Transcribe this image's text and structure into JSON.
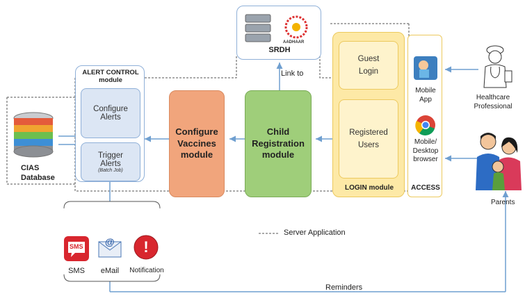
{
  "srdh": {
    "label": "SRDH",
    "aadhaar_logo_text": "AADHAAR"
  },
  "link_label": "Link to",
  "alert": {
    "title_line1": "ALERT CONTROL",
    "title_line2": "module",
    "configure_line1": "Configure",
    "configure_line2": "Alerts",
    "trigger_line1": "Trigger",
    "trigger_line2": "Alerts",
    "trigger_note": "(Batch Job)"
  },
  "db": {
    "line1": "CIAS",
    "line2": "Database"
  },
  "vaccines": {
    "line1": "Configure",
    "line2": "Vaccines",
    "line3": "module"
  },
  "child": {
    "line1": "Child",
    "line2": "Registration",
    "line3": "module"
  },
  "login": {
    "guest_line1": "Guest",
    "guest_line2": "Login",
    "registered_line1": "Registered",
    "registered_line2": "Users",
    "title": "LOGIN module"
  },
  "access": {
    "mobile_line1": "Mobile",
    "mobile_line2": "App",
    "desktop_line1": "Mobile/",
    "desktop_line2": "Desktop",
    "desktop_line3": "browser",
    "title": "ACCESS"
  },
  "actors": {
    "hcp_line1": "Healthcare",
    "hcp_line2": "Professional",
    "parents": "Parents"
  },
  "notify": {
    "sms_icon": "SMS",
    "sms": "SMS",
    "email_icon": "@",
    "email": "eMail",
    "alert_icon": "!",
    "notification": "Notification"
  },
  "legend": "Server Application",
  "reminders": "Reminders",
  "colors": {
    "vaccines": "#f1a57c",
    "child": "#9fce7a",
    "login": "#fde9a6",
    "alert_box": "#dce6f4",
    "arrow": "#6f9fd0"
  }
}
